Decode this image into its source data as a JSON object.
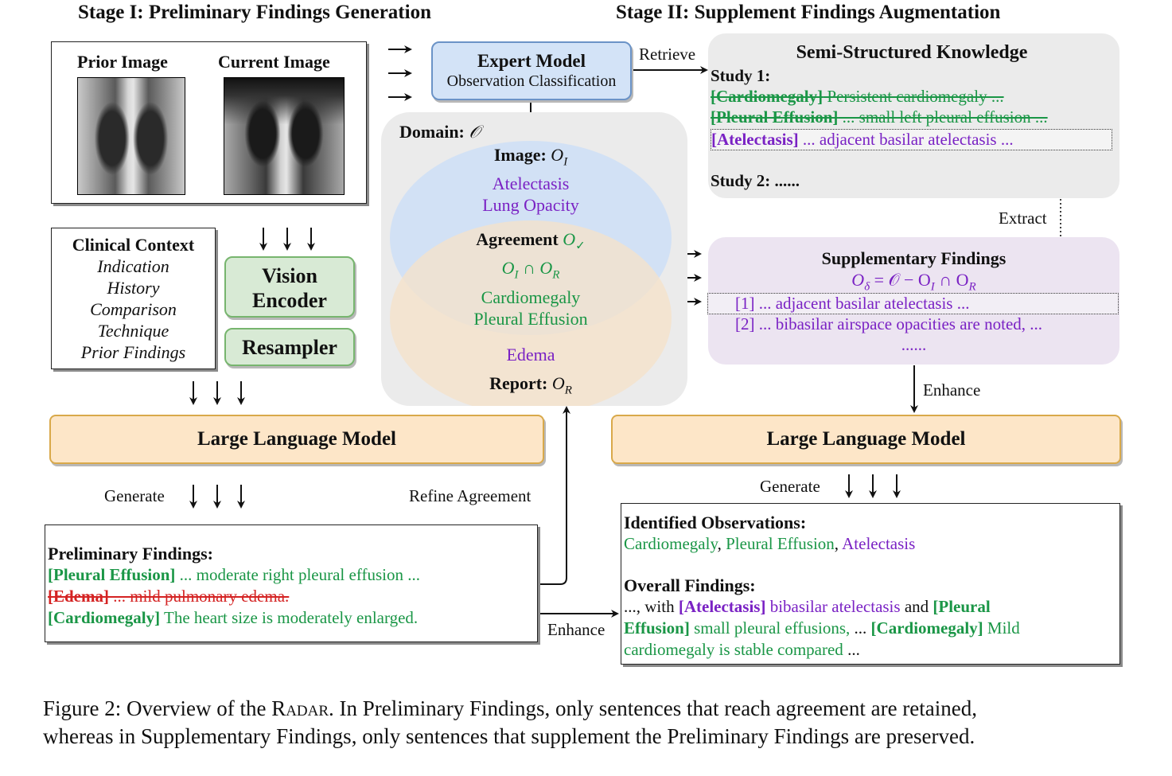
{
  "stage1_title": "Stage I: Preliminary Findings Generation",
  "stage2_title": "Stage II: Supplement Findings Augmentation",
  "images": {
    "prior": "Prior Image",
    "current": "Current Image"
  },
  "clinical": {
    "title": "Clinical Context",
    "items": [
      "Indication",
      "History",
      "Comparison",
      "Technique",
      "Prior Findings"
    ]
  },
  "vision_encoder": "Vision\nEncoder",
  "resampler": "Resampler",
  "expert_model": {
    "title": "Expert Model",
    "subtitle": "Observation Classification"
  },
  "retrieve": "Retrieve",
  "domain": {
    "label": "Domain:",
    "symbol": "𝒪",
    "image_label": "Image:",
    "image_symbol": "O",
    "image_sub": "I",
    "image_items": [
      "Atelectasis",
      "Lung Opacity"
    ],
    "agreement_label": "Agreement",
    "agreement_symbol": "O",
    "agreement_sub": "✓",
    "intersection": "O",
    "intersection_i": "I",
    "intersection_op": "∩",
    "intersection_r": "R",
    "agreement_items": [
      "Cardiomegaly",
      "Pleural Effusion"
    ],
    "report_items": [
      "Edema"
    ],
    "report_label": "Report:",
    "report_symbol": "O",
    "report_sub": "R"
  },
  "knowledge": {
    "title": "Semi-Structured Knowledge",
    "study1": "Study 1:",
    "lines": [
      {
        "tag": "[Cardiomegaly]",
        "text": " Persistent cardiomegaly ..."
      },
      {
        "tag": "[Pleural Effusion]",
        "text": " ... small left pleural effusion ..."
      },
      {
        "tag": "[Atelectasis]",
        "text": " ... adjacent basilar atelectasis ..."
      }
    ],
    "study2": "Study 2: ......"
  },
  "extract": "Extract",
  "supplementary": {
    "title": "Supplementary Findings",
    "formula_o": "O",
    "formula_delta": "δ",
    "formula_rest": " = 𝒪 − O",
    "formula_i": "I",
    "formula_cap": " ∩ O",
    "formula_r": "R",
    "items": [
      "[1] ... adjacent basilar atelectasis ...",
      "[2] ... bibasilar airspace opacities are noted, ..."
    ],
    "more": "......"
  },
  "enhance_top": "Enhance",
  "llm_left": "Large Language Model",
  "llm_right": "Large Language Model",
  "generate_left": "Generate",
  "generate_right": "Generate",
  "refine": "Refine Agreement",
  "enhance_bottom": "Enhance",
  "preliminary": {
    "title": "Preliminary Findings:",
    "l1_tag": "[Pleural Effusion]",
    "l1_text": " ... moderate right pleural effusion ...",
    "l2_tag": "[Edema]",
    "l2_text": " ... mild pulmonary edema.",
    "l3_tag": "[Cardiomegaly]",
    "l3_text": " The heart size is moderately enlarged."
  },
  "output": {
    "obs_title": "Identified Observations:",
    "obs1": "Cardiomegaly",
    "obs_sep1": ", ",
    "obs2": "Pleural Effusion",
    "obs_sep2": ", ",
    "obs3": "Atelectasis",
    "overall_title": "Overall Findings:",
    "l1_a": "..., with ",
    "l1_tag": "[Atelectasis]",
    "l1_b": " bibasilar atelectasis",
    "l1_c": " and ",
    "l1_tag2": "[Pleural",
    "l2_tag": "Effusion]",
    "l2_b": " small pleural effusions,",
    "l2_c": " ... ",
    "l2_tag3": "[Cardiomegaly]",
    "l2_d": " Mild",
    "l3_a": "cardiomegaly is stable compared",
    "l3_b": " ..."
  },
  "caption": {
    "line1_a": "Figure 2: Overview of the ",
    "line1_radar": "Radar",
    "line1_b": ". In Preliminary Findings, only sentences that reach agreement are retained,",
    "line2": "whereas in Supplementary Findings, only sentences that supplement the Preliminary Findings are preserved."
  }
}
